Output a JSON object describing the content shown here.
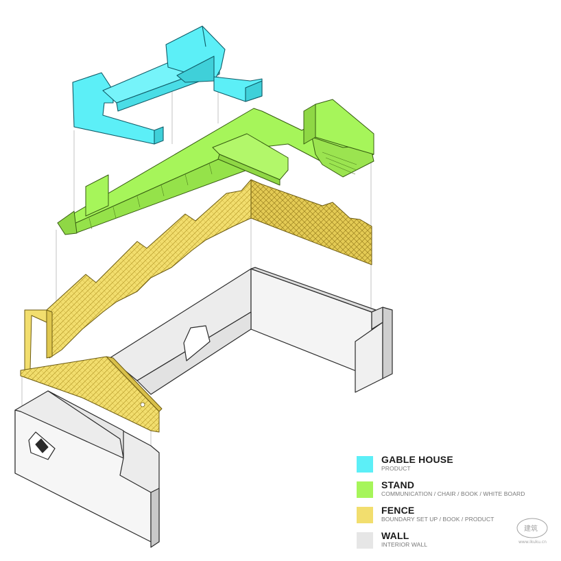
{
  "colors": {
    "gable_house": "#5CEFF7",
    "stand": "#A6F55A",
    "fence": "#F2DE6E",
    "wall": "#E6E6E6",
    "outline": "#2a2a2a"
  },
  "legend": [
    {
      "key": "gable_house",
      "title": "GABLE HOUSE",
      "subtitle": "PRODUCT",
      "color": "#5CEFF7"
    },
    {
      "key": "stand",
      "title": "STAND",
      "subtitle": "COMMUNICATION / CHAIR / BOOK / WHITE BOARD",
      "color": "#A6F55A"
    },
    {
      "key": "fence",
      "title": "FENCE",
      "subtitle": "BOUNDARY SET UP / BOOK / PRODUCT",
      "color": "#F2DE6E"
    },
    {
      "key": "wall",
      "title": "WALL",
      "subtitle": "INTERIOR WALL",
      "color": "#E6E6E6"
    }
  ],
  "watermark": {
    "text": "建筑",
    "url": "www.ikuku.cn"
  }
}
